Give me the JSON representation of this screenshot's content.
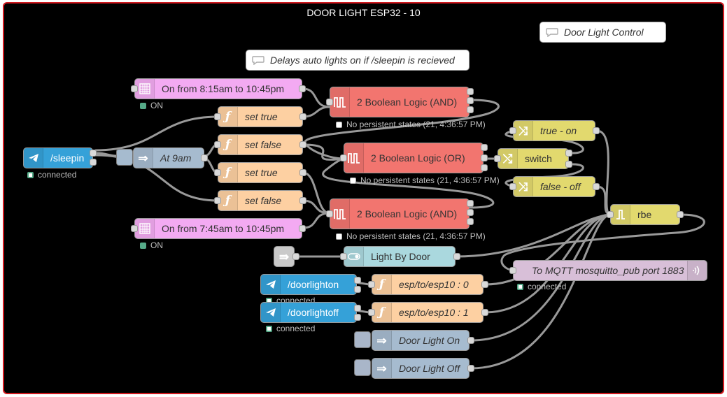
{
  "group": {
    "title": "DOOR LIGHT ESP32 - 10"
  },
  "colors": {
    "inject": "#a6bbcf",
    "function": "#fdd0a2",
    "boolean": "#f2756f",
    "switch": "#e2d96e",
    "bigtimer": "#f3aaf2",
    "telegram": "#35a1d8",
    "mqtt": "#d8bfd8",
    "toggle": "#aad8de",
    "wire": "#9a9a9a",
    "group_border": "#d0191f"
  },
  "comments": {
    "door_light_control": "Door Light Control",
    "delays": "Delays auto lights on if /sleepin is recieved"
  },
  "nodes": {
    "timer1": {
      "label": "On from 8:15am to 10:45pm",
      "icon": "calendar-icon",
      "status": "ON"
    },
    "timer2": {
      "label": "On from 7:45am to 10:45pm",
      "icon": "calendar-icon",
      "status": "ON"
    },
    "sleepin": {
      "label": "/sleepin",
      "icon": "telegram-icon",
      "status": "connected"
    },
    "at9am": {
      "label": "At 9am",
      "icon": "inject-arrow-icon"
    },
    "fn_set_true_1": {
      "label": "set true",
      "icon": "function-icon"
    },
    "fn_set_false_1": {
      "label": "set false",
      "icon": "function-icon"
    },
    "fn_set_true_2": {
      "label": "set true",
      "icon": "function-icon"
    },
    "fn_set_false_2": {
      "label": "set false",
      "icon": "function-icon"
    },
    "and1": {
      "label": "2 Boolean Logic (AND)",
      "status": "No persistent states (21, 4:36:57 PM)"
    },
    "or1": {
      "label": "2 Boolean Logic (OR)",
      "status": "No persistent states (21, 4:36:57 PM)"
    },
    "and2": {
      "label": "2 Boolean Logic (AND)",
      "status": "No persistent states (21, 4:36:57 PM)"
    },
    "true_on": {
      "label": "true - on",
      "icon": "shuffle-icon"
    },
    "switch": {
      "label": "switch",
      "icon": "switch-icon"
    },
    "false_off": {
      "label": "false - off",
      "icon": "shuffle-icon"
    },
    "rbe": {
      "label": "rbe",
      "icon": "rbe-icon"
    },
    "light_by_door": {
      "label": "Light By Door",
      "icon": "toggle-icon"
    },
    "mqtt_out": {
      "label": "To MQTT mosquitto_pub port 1883",
      "icon": "wifi-icon",
      "status": "connected"
    },
    "doorlighton": {
      "label": "/doorlighton",
      "icon": "telegram-icon",
      "status": "connected"
    },
    "doorlightoff": {
      "label": "/doorlightoff",
      "icon": "telegram-icon",
      "status": "connected"
    },
    "fn_esp_0": {
      "label": "esp/to/esp10 : 0",
      "icon": "function-icon"
    },
    "fn_esp_1": {
      "label": "esp/to/esp10 : 1",
      "icon": "function-icon"
    },
    "door_light_on": {
      "label": "Door Light On",
      "icon": "inject-arrow-icon"
    },
    "door_light_off": {
      "label": "Door Light Off",
      "icon": "inject-arrow-icon"
    }
  }
}
